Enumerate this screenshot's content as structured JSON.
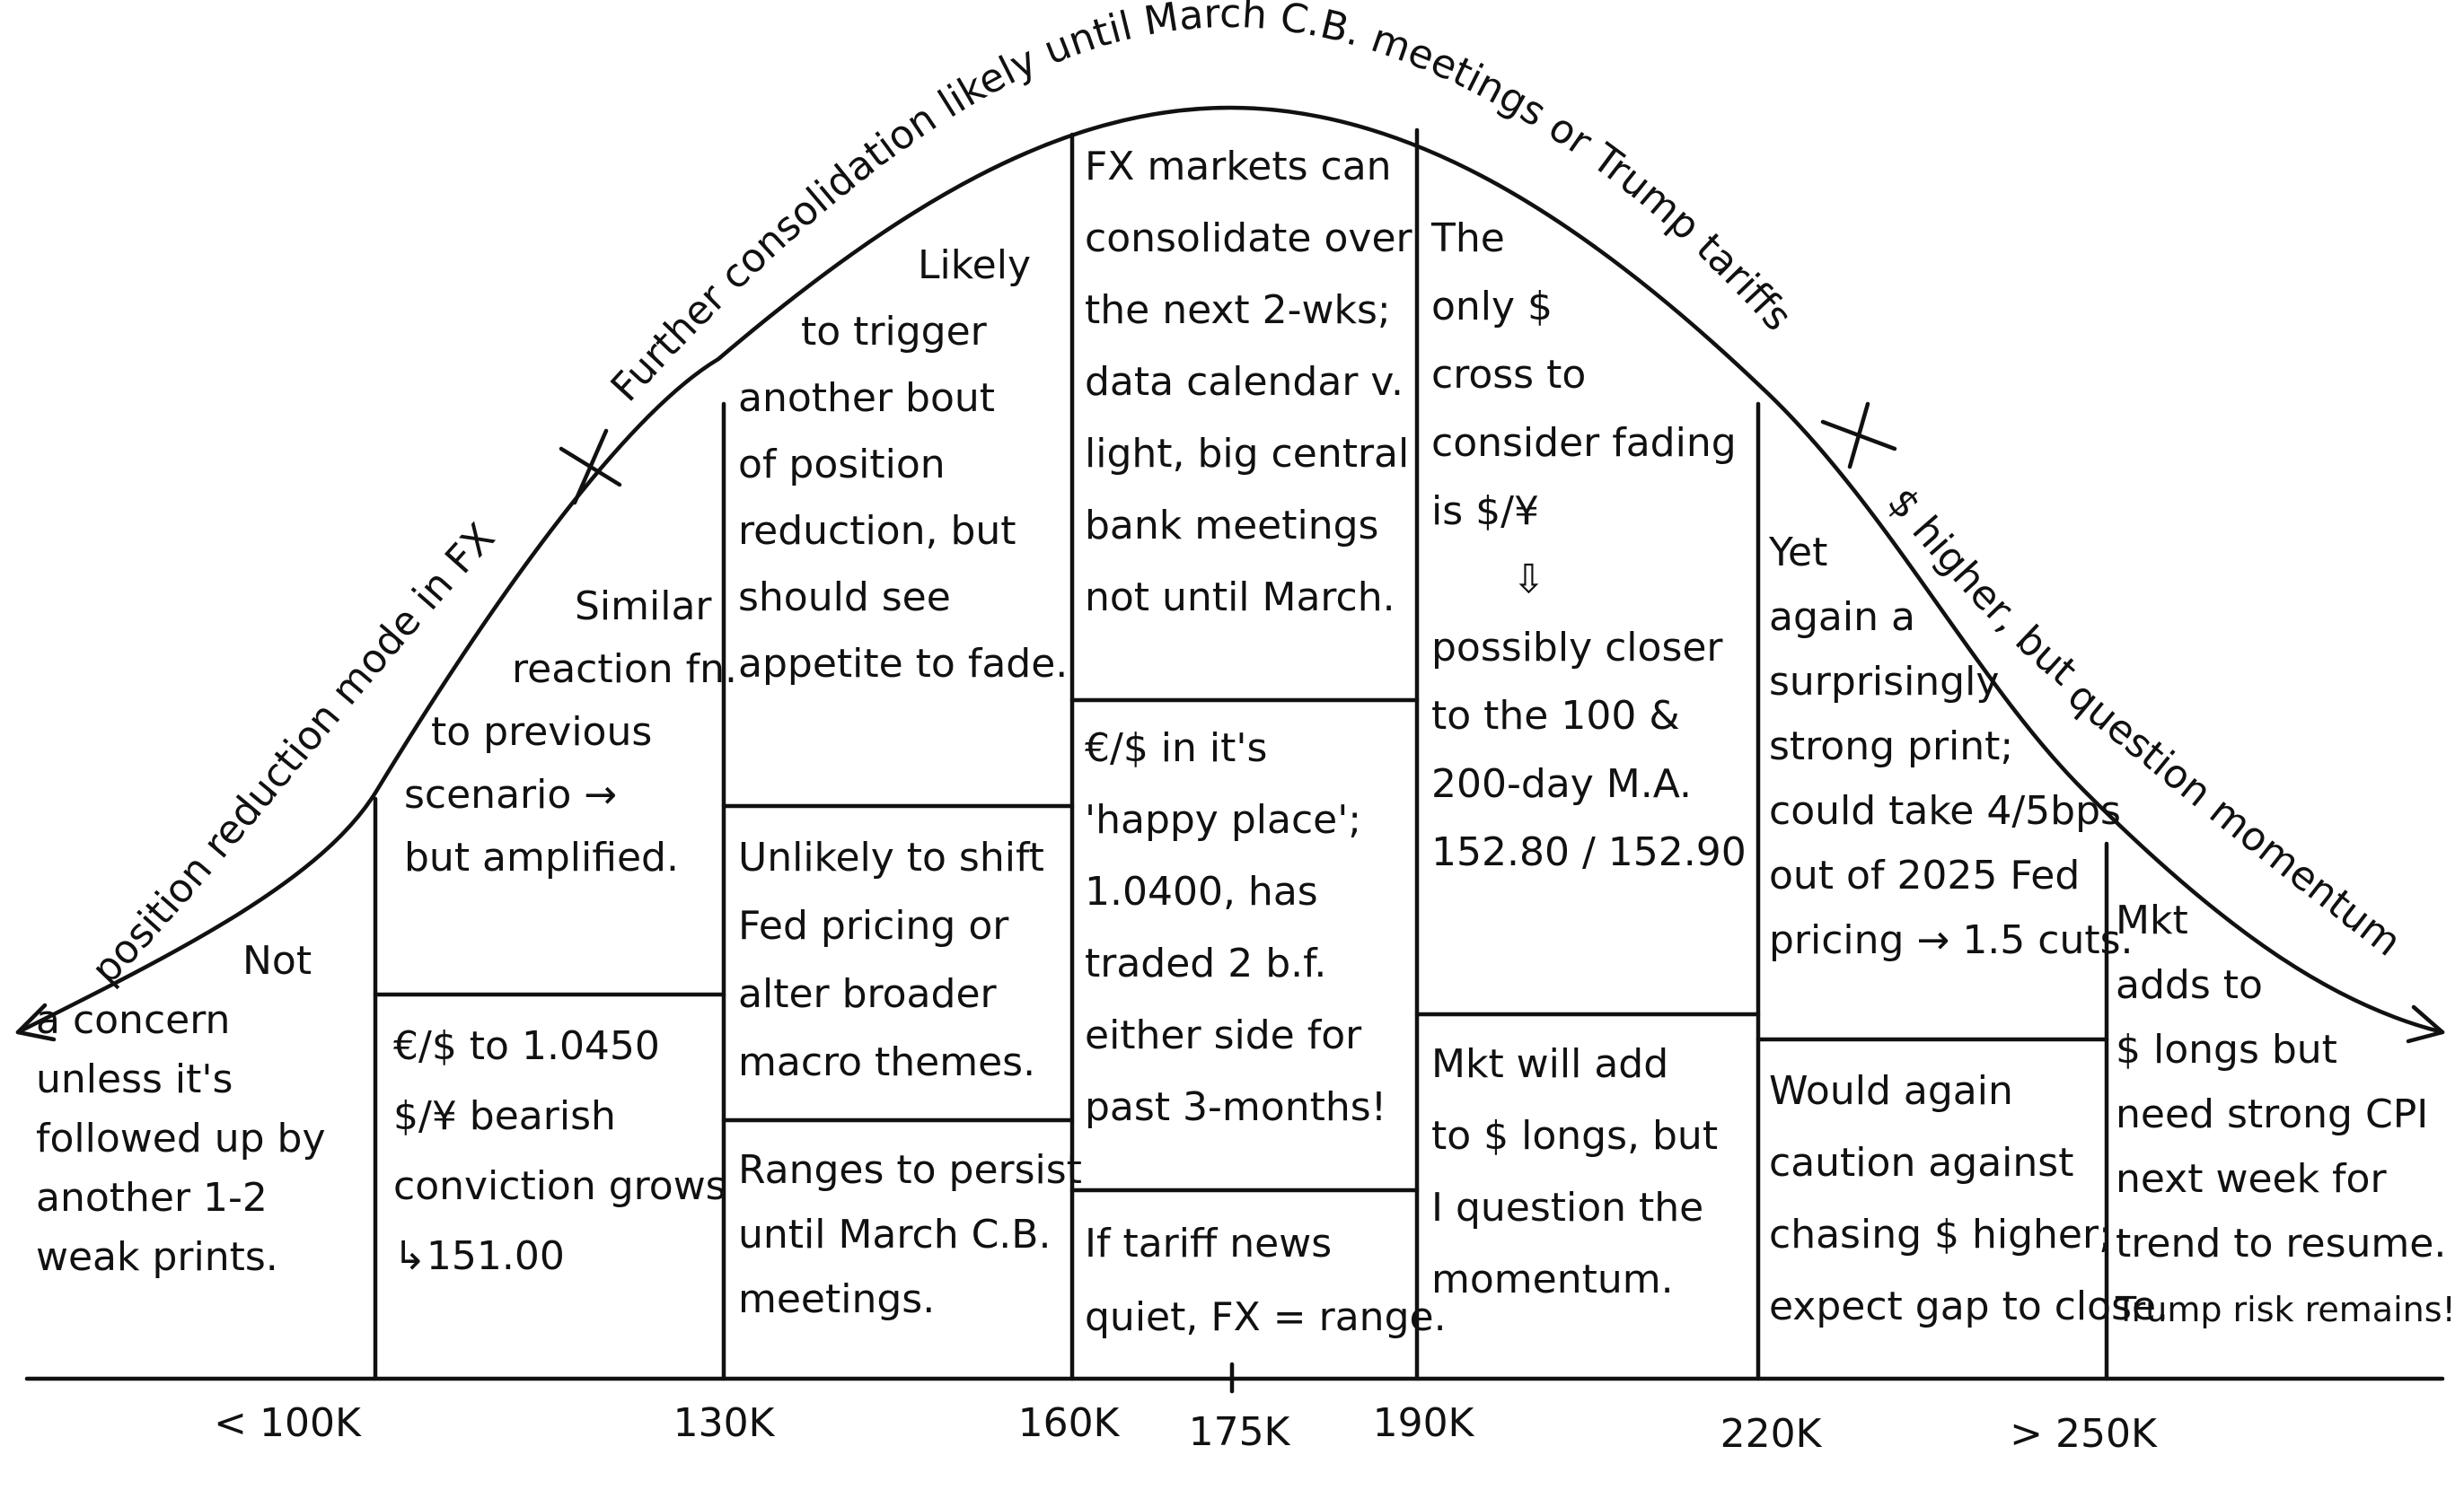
{
  "curve_labels": {
    "left": "position reduction mode in FX",
    "center": "Further consolidation likely until March C.B. meetings or Trump tariffs",
    "right_a": "$ higher, but",
    "right_b": "question momentum"
  },
  "axis_labels": [
    "< 100K",
    "130K",
    "160K",
    "175K",
    "190K",
    "220K",
    "> 250K"
  ],
  "columns": [
    {
      "id": "lt100k",
      "top": [
        "Not",
        "a concern",
        "unless it's",
        "followed up by",
        "another 1-2",
        "weak prints."
      ]
    },
    {
      "id": "100k-130k",
      "top": [
        "Similar",
        "reaction fn.",
        "to previous",
        "scenario  →",
        "but amplified."
      ],
      "bottom": [
        "€/$ to 1.0450",
        "$/¥ bearish",
        "conviction grows",
        "↳151.00"
      ]
    },
    {
      "id": "130k-160k",
      "top": [
        "Likely",
        "to trigger",
        "another bout",
        "of position",
        "reduction, but",
        "should see",
        "appetite to fade."
      ],
      "middle": [
        "Unlikely to shift",
        "Fed pricing or",
        "alter broader",
        "macro themes."
      ],
      "bottom": [
        "Ranges to persist",
        "until March C.B.",
        "meetings."
      ]
    },
    {
      "id": "160k-190k",
      "top": [
        "FX markets can",
        "consolidate over",
        "the next 2-wks;",
        "data calendar v.",
        "light, big central",
        "bank meetings",
        "not until March."
      ],
      "middle": [
        "€/$ in it's",
        "'happy place';",
        "1.0400, has",
        "traded 2 b.f.",
        "either side for",
        "past 3-months!"
      ],
      "bottom": [
        "If tariff news",
        "quiet, FX = range."
      ]
    },
    {
      "id": "190k-220k",
      "top": [
        "The",
        "only $",
        "cross to",
        "consider fading",
        "is $/¥",
        "⇩",
        "possibly closer",
        "to the 100 &",
        "200-day M.A.",
        "152.80 / 152.90"
      ],
      "bottom": [
        "Mkt will add",
        "to $ longs, but",
        "I question the",
        "momentum."
      ]
    },
    {
      "id": "220k-250k",
      "top": [
        "Yet",
        "again a",
        "surprisingly",
        "strong print;",
        "could take 4/5bps",
        "out of 2025 Fed",
        "pricing → 1.5 cuts."
      ],
      "bottom": [
        "Would again",
        "caution against",
        "chasing $ higher;",
        "expect gap to close."
      ]
    },
    {
      "id": "gt250k",
      "top": [
        "Mkt",
        "adds to",
        "$ longs but",
        "need strong CPI",
        "next week for",
        "trend to resume.",
        "Trump risk remains!"
      ]
    }
  ]
}
